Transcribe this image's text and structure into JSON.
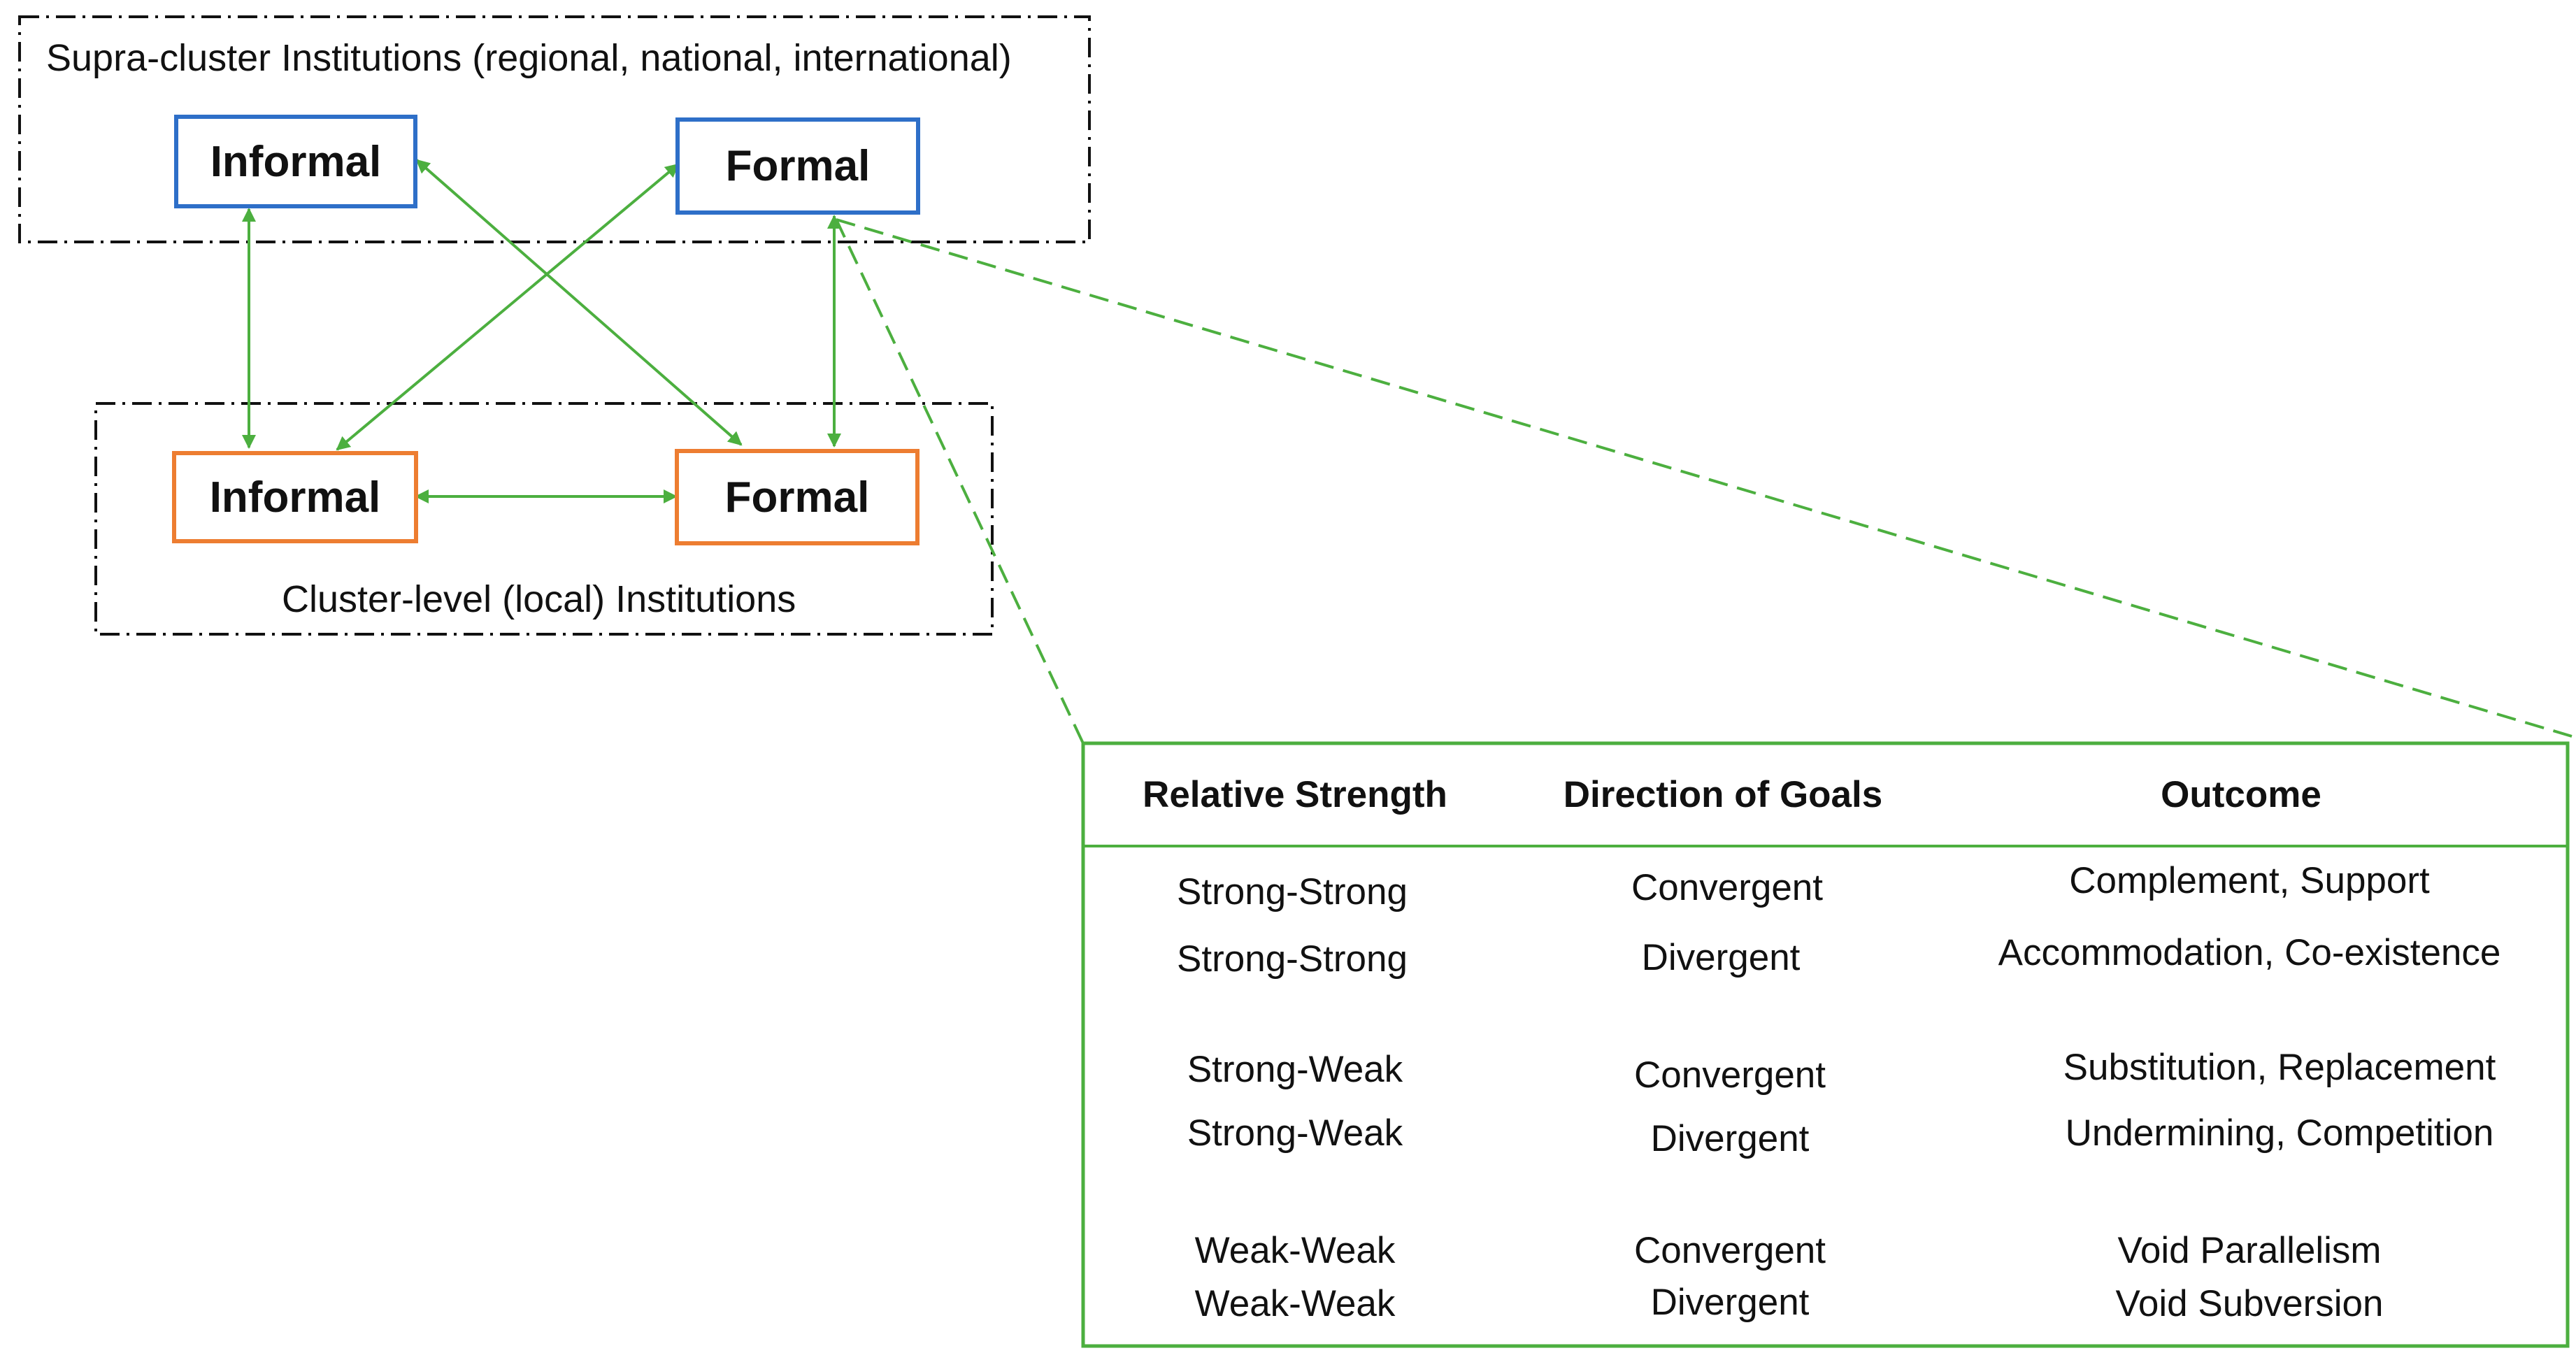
{
  "supra_group": {
    "label": "Supra-cluster Institutions (regional, national, international)",
    "nodes": {
      "informal": "Informal",
      "formal": "Formal"
    }
  },
  "cluster_group": {
    "label": "Cluster-level (local) Institutions",
    "nodes": {
      "informal": "Informal",
      "formal": "Formal"
    }
  },
  "table": {
    "headers": [
      "Relative Strength",
      "Direction of Goals",
      "Outcome"
    ],
    "rows": [
      [
        "Strong-Strong",
        "Convergent",
        "Complement, Support"
      ],
      [
        "Strong-Strong",
        "Divergent",
        "Accommodation, Co-existence"
      ],
      [
        "Strong-Weak",
        "Convergent",
        "Substitution, Replacement"
      ],
      [
        "Strong-Weak",
        "Divergent",
        "Undermining, Competition"
      ],
      [
        "Weak-Weak",
        "Convergent",
        "Void Parallelism"
      ],
      [
        "Weak-Weak",
        "Divergent",
        "Void Subversion"
      ]
    ]
  },
  "colors": {
    "supra_border": "#2e6fc8",
    "cluster_border": "#ed7d31",
    "connector": "#4caf3f",
    "group_border": "#111111"
  }
}
